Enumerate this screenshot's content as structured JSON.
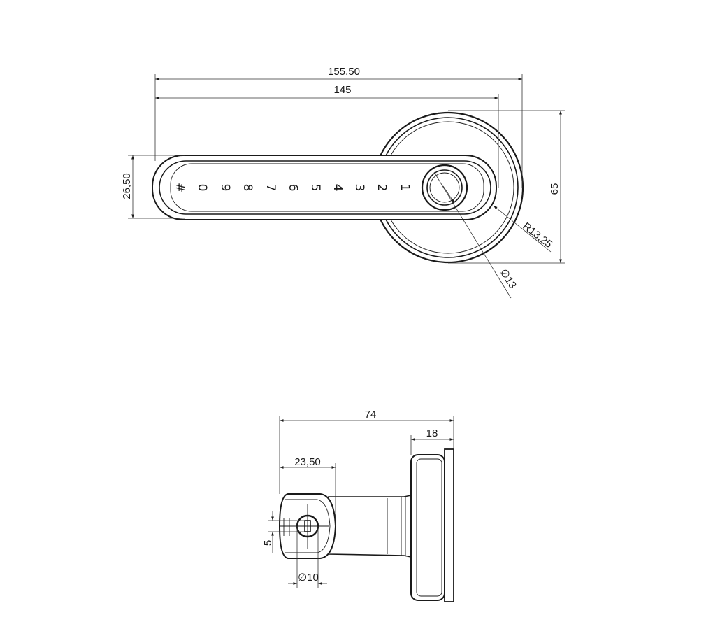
{
  "front_view": {
    "keypad_keys": [
      "#",
      "0",
      "9",
      "8",
      "7",
      "6",
      "5",
      "4",
      "3",
      "2",
      "1"
    ],
    "dimensions": {
      "overall_length": "155,50",
      "handle_length": "145",
      "handle_height": "26,50",
      "rose_height": "65",
      "fingerprint_radius": "R13,25",
      "fingerprint_diameter": "∅13"
    }
  },
  "side_view": {
    "dimensions": {
      "overall_depth": "74",
      "rose_depth": "18",
      "knob_length": "23,50",
      "key_slot": "5",
      "cylinder_diameter": "∅10"
    }
  }
}
